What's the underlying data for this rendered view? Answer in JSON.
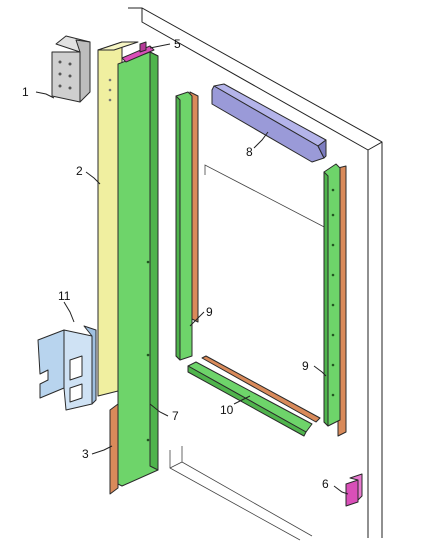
{
  "diagram": {
    "callouts": [
      {
        "id": "1",
        "label": "1"
      },
      {
        "id": "2",
        "label": "2"
      },
      {
        "id": "3",
        "label": "3"
      },
      {
        "id": "5",
        "label": "5"
      },
      {
        "id": "6",
        "label": "6"
      },
      {
        "id": "7",
        "label": "7"
      },
      {
        "id": "8",
        "label": "8"
      },
      {
        "id": "9a",
        "label": "9"
      },
      {
        "id": "9b",
        "label": "9"
      },
      {
        "id": "10",
        "label": "10"
      },
      {
        "id": "11",
        "label": "11"
      }
    ],
    "colors": {
      "yellow_panel": "#f0efa0",
      "green_panel": "#6ed46a",
      "copper_strip": "#d98a5a",
      "purple_rail": "#9a9ad8",
      "magenta_part": "#d94fb8",
      "blue_bracket": "#b8d4ee",
      "gray_bracket": "#cfcfcf"
    }
  }
}
